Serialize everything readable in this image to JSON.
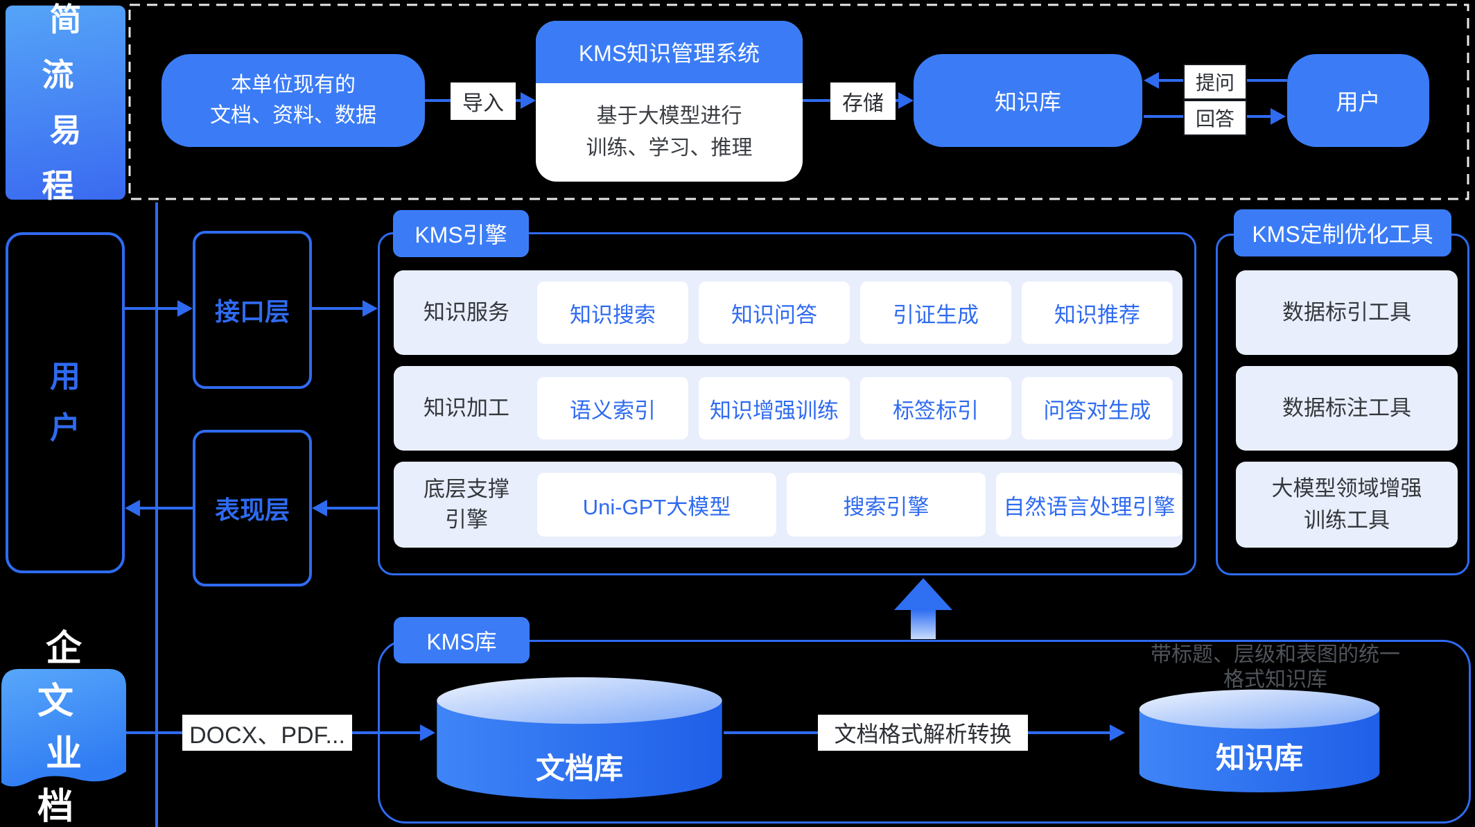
{
  "colors": {
    "background": "#000000",
    "primary_blue": "#3b7cf6",
    "line_blue": "#2f6bf0",
    "light_row": "#e8eefb",
    "dashed_border": "#e9e9e9",
    "dark_text": "#34373c",
    "watermark_gray": "#4f545b"
  },
  "top_flow": {
    "section_title": "简易流程",
    "section_title_lines": [
      "简 流",
      "易 程"
    ],
    "source_box_lines": [
      "本单位现有的",
      "文档、资料、数据"
    ],
    "import_label": "导入",
    "kms_box_header": "KMS知识管理系统",
    "kms_box_body_lines": [
      "基于大模型进行",
      "训练、学习、推理"
    ],
    "store_label": "存储",
    "kb_box_label": "知识库",
    "ask_label": "提问",
    "answer_label": "回答",
    "user_box_label": "用户"
  },
  "middle": {
    "user_lines": [
      "用",
      "户"
    ],
    "interface_layer": "接口层",
    "presentation_layer": "表现层",
    "kms_engine": {
      "tab": "KMS引擎",
      "rows": [
        {
          "label": "知识服务",
          "chips": [
            "知识搜索",
            "知识问答",
            "引证生成",
            "知识推荐"
          ]
        },
        {
          "label": "知识加工",
          "chips": [
            "语义索引",
            "知识增强训练",
            "标签标引",
            "问答对生成"
          ]
        },
        {
          "label_lines": [
            "底层支撑",
            "引擎"
          ],
          "chips": [
            "Uni-GPT大模型",
            "搜索引擎",
            "自然语言处理引擎"
          ]
        }
      ]
    },
    "kms_tools": {
      "tab": "KMS定制优化工具",
      "items": [
        {
          "lines": [
            "数据标引工具"
          ]
        },
        {
          "lines": [
            "数据标注工具"
          ]
        },
        {
          "lines": [
            "大模型领域增强",
            "训练工具"
          ]
        }
      ]
    }
  },
  "bottom": {
    "doc_box_title": "企业文档",
    "doc_box_lines": [
      "企 文",
      "业 档"
    ],
    "docx_label": "DOCX、PDF...",
    "kms_lib_tab": "KMS库",
    "doc_db_label": "文档库",
    "convert_label": "文档格式解析转换",
    "kb_db_label": "知识库",
    "watermark_lines": [
      "带标题、层级和表图的统一",
      "格式知识库"
    ]
  }
}
